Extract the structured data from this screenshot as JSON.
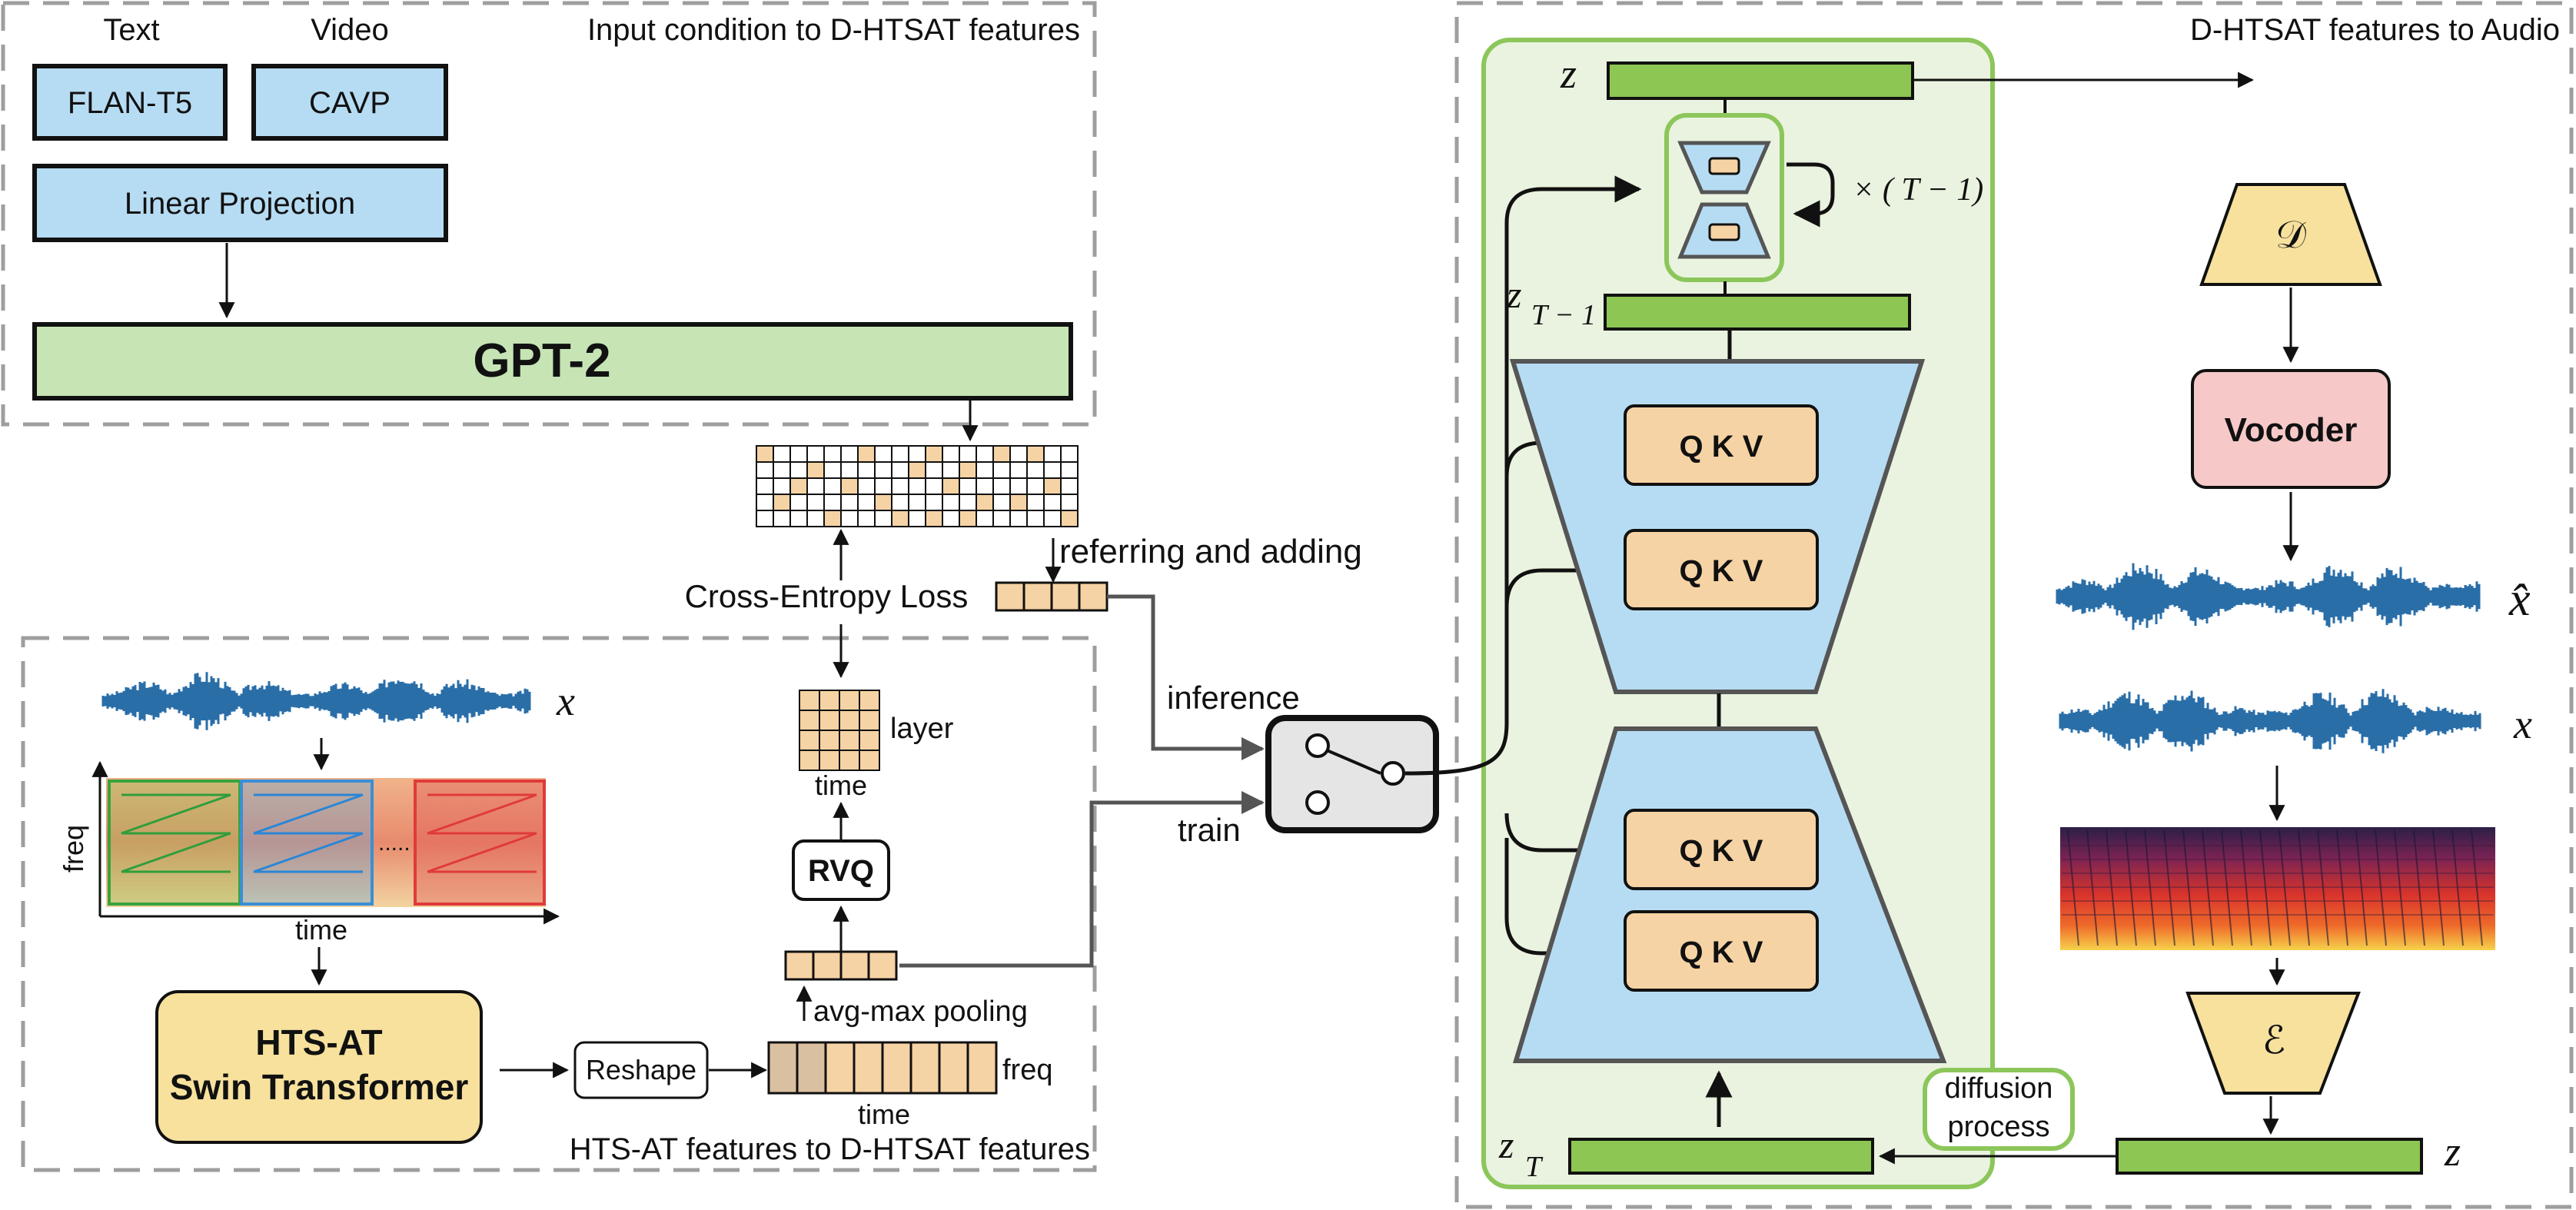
{
  "panels": {
    "input_condition_title": "Input condition to D-HTSAT features",
    "hts_title": "HTS-AT features to D-HTSAT features",
    "audio_title": "D-HTSAT features to Audio"
  },
  "encoders": {
    "text_label": "Text",
    "video_label": "Video",
    "flan": "FLAN-T5",
    "cavp": "CAVP",
    "linear": "Linear Projection",
    "gpt2": "GPT-2"
  },
  "features": {
    "cross_entropy": "Cross-Entropy Loss",
    "referring": "referring and adding",
    "layer": "layer",
    "time_grid": "time",
    "rvq": "RVQ",
    "avg_max": "avg-max pooling",
    "freq_vec": "freq",
    "time_vec": "time",
    "reshape": "Reshape",
    "hts_line1": "HTS-AT",
    "hts_line2": "Swin Transformer",
    "spec_freq": "freq",
    "spec_time": "time",
    "x_symbol": "x"
  },
  "switch": {
    "inference": "inference",
    "train": "train"
  },
  "diffusion": {
    "z_top": "z",
    "times_loop": "× ( T − 1)",
    "z_t_minus_1": "z",
    "sub_t_minus_1": "T − 1",
    "qkv": [
      "Q K V",
      "Q K V",
      "Q K V",
      "Q K V"
    ],
    "z_t": "z",
    "sub_t": "T",
    "diffusion_line1": "diffusion",
    "diffusion_line2": "process"
  },
  "audio": {
    "decoder": "𝒟",
    "vocoder": "Vocoder",
    "x_hat": "x̂",
    "x": "x",
    "encoder": "ℰ",
    "z_out": "z"
  },
  "colors": {
    "blue_box": "#b6dcf3",
    "green_box": "#c6e4b4",
    "green_bar": "#8dc653",
    "green_panel": "#e9f3df",
    "green_border": "#8cc65a",
    "orange_cell": "#f6d3a4",
    "yellow_box": "#f7e19d",
    "pink_box": "#f6c9c8",
    "wave_blue": "#2a6ea8",
    "dashed_gray": "#9e9e9e"
  }
}
